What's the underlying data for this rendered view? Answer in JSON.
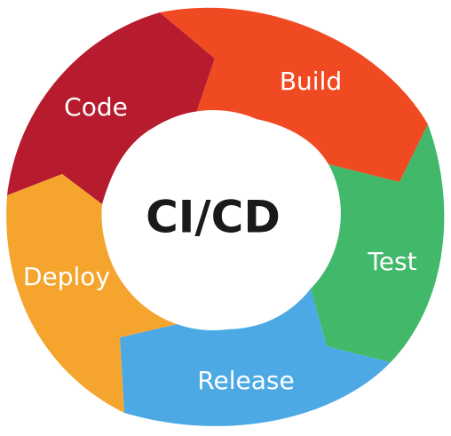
{
  "center": {
    "title": "CI/CD"
  },
  "stages": [
    {
      "label": "Code",
      "color": "#B71C2E"
    },
    {
      "label": "Build",
      "color": "#F04A23"
    },
    {
      "label": "Test",
      "color": "#41B86A"
    },
    {
      "label": "Release",
      "color": "#4DA9E4"
    },
    {
      "label": "Deploy",
      "color": "#F5A52E"
    }
  ],
  "colors": {
    "center_fill": "#ffffff",
    "center_text": "#1a1a1a"
  }
}
